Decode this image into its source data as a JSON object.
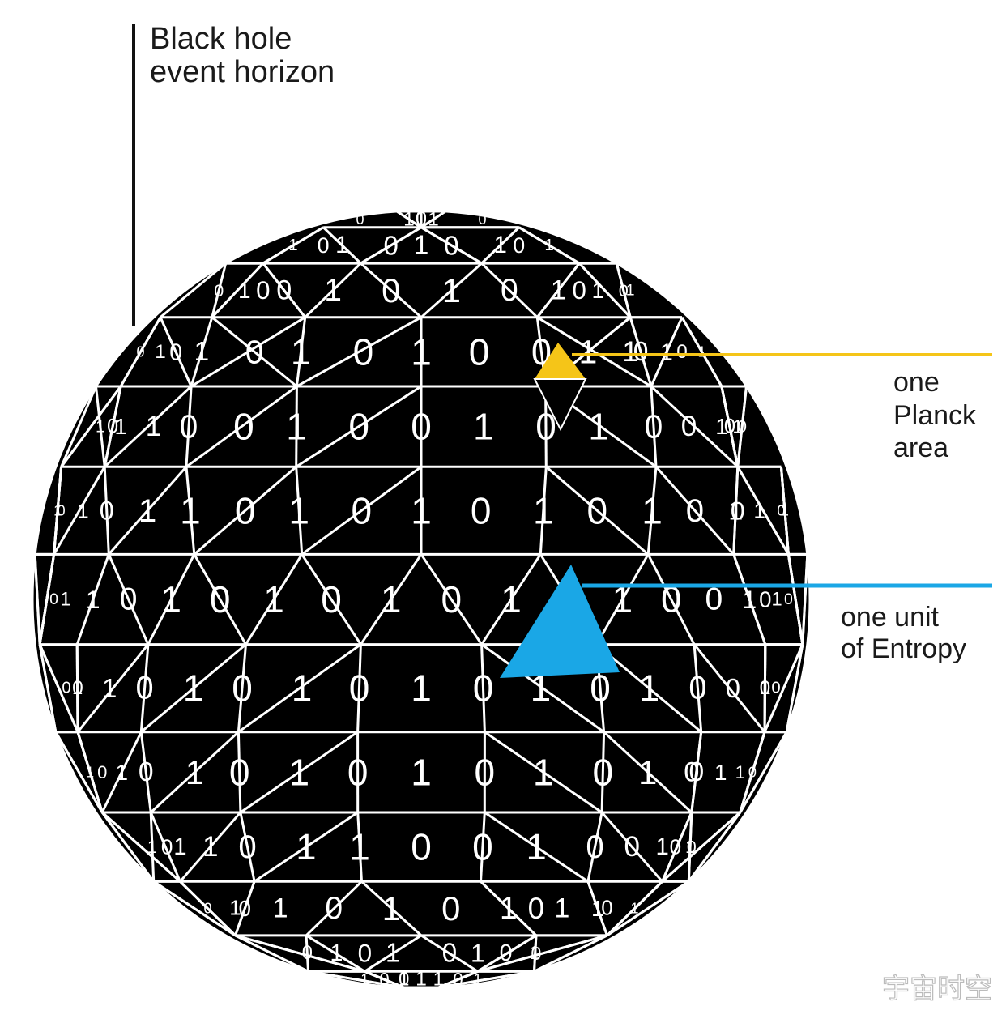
{
  "title": {
    "line1": "Black hole",
    "line2": "event horizon"
  },
  "callouts": {
    "planck": {
      "line1": "one",
      "line2": "Planck",
      "line3": "area",
      "color": "#F5C518"
    },
    "entropy": {
      "line1": "one unit",
      "line2": "of Entropy",
      "color": "#1AA7E6"
    }
  },
  "watermark": "宇宙时空",
  "colors": {
    "sphere": "#000000",
    "grid": "#ffffff",
    "background": "#ffffff",
    "text": "#1a1a1a"
  },
  "bits": [
    "0",
    "1",
    "0",
    "1",
    "0",
    "0",
    "1",
    "0",
    "1",
    "0",
    "1",
    "0",
    "1",
    "0",
    "1",
    "0",
    "1",
    "0",
    "1",
    "0",
    "0",
    "1",
    "0",
    "1",
    "0",
    "1",
    "0",
    "1",
    "0",
    "1",
    "0",
    "1",
    "0",
    "1",
    "0",
    "1",
    "0",
    "1",
    "0",
    "0",
    "1",
    "1",
    "0",
    "1",
    "0",
    "1",
    "1",
    "0",
    "1",
    "1",
    "0",
    "0",
    "1",
    "0",
    "0",
    "1",
    "0",
    "1",
    "0",
    "0",
    "1",
    "0",
    "1",
    "0",
    "1",
    "0",
    "1",
    "0",
    "1",
    "1",
    "0",
    "1",
    "0",
    "1",
    "0",
    "1",
    "0",
    "1",
    "0",
    "1",
    "0",
    "1",
    "0",
    "1",
    "0",
    "1",
    "1",
    "0",
    "1",
    "0",
    "1",
    "0",
    "1",
    "0",
    "1",
    "0",
    "1",
    "0"
  ]
}
